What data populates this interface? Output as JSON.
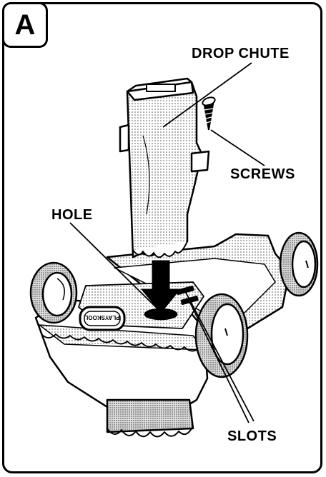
{
  "panel": {
    "badge_letter": "A"
  },
  "callouts": {
    "drop_chute": "DROP CHUTE",
    "screws": "SCREWS",
    "hole": "HOLE",
    "slots": "SLOTS"
  },
  "brand": {
    "logo_text": "PLAYSKOOL"
  },
  "colors": {
    "ink": "#000000",
    "paper": "#ffffff",
    "shade": "#bdbdbd"
  }
}
